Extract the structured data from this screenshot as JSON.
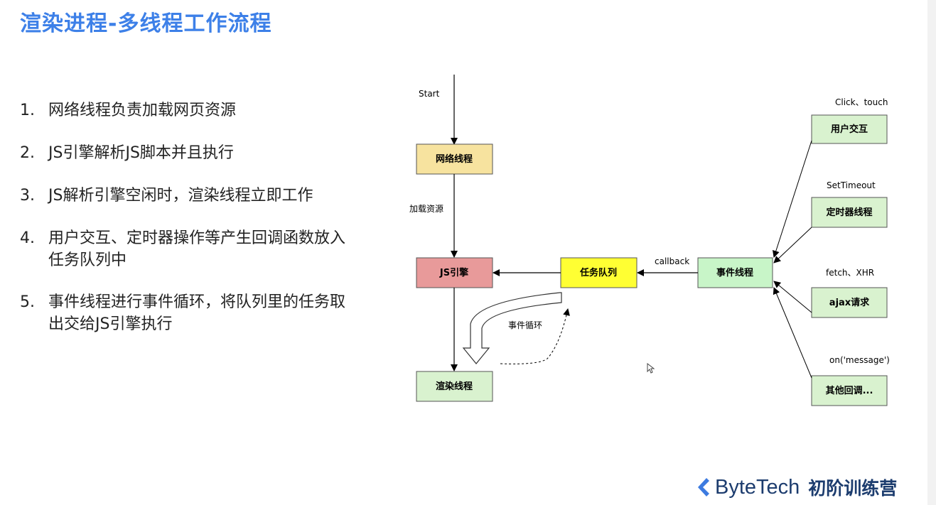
{
  "title": "渲染进程-多线程工作流程",
  "steps": [
    {
      "num": "1.",
      "text": "网络线程负责加载网页资源"
    },
    {
      "num": "2.",
      "text": "JS引擎解析JS脚本并且执行"
    },
    {
      "num": "3.",
      "text": "JS解析引擎空闲时，渲染线程立即工作"
    },
    {
      "num": "4.",
      "text": "用户交互、定时器操作等产生回调函数放入任务队列中"
    },
    {
      "num": "5.",
      "text": "事件线程进行事件循环，将队列里的任务取出交给JS引擎执行"
    }
  ],
  "diagram": {
    "start_label": "Start",
    "load_label": "加载资源",
    "callback_label": "callback",
    "loop_label": "事件循环",
    "nodes": {
      "network": {
        "label": "网络线程",
        "color": "#f7e39f"
      },
      "js_engine": {
        "label": "JS引擎",
        "color": "#e89a9a"
      },
      "task_queue": {
        "label": "任务队列",
        "color": "#ffff33"
      },
      "event_thread": {
        "label": "事件线程",
        "color": "#c8f5c8"
      },
      "render": {
        "label": "渲染线程",
        "color": "#d9f2cf"
      },
      "user_interaction": {
        "label": "用户交互",
        "color": "#d9f2cf"
      },
      "timer_thread": {
        "label": "定时器线程",
        "color": "#d9f2cf"
      },
      "ajax": {
        "label": "ajax请求",
        "color": "#d9f2cf"
      },
      "other": {
        "label": "其他回调...",
        "color": "#d9f2cf"
      }
    },
    "source_labels": {
      "user_interaction": "Click、touch",
      "timer_thread": "SetTimeout",
      "ajax": "fetch、XHR",
      "other": "on('message')"
    }
  },
  "logo": {
    "brand": "ByteTech",
    "camp": "初阶训练营"
  }
}
